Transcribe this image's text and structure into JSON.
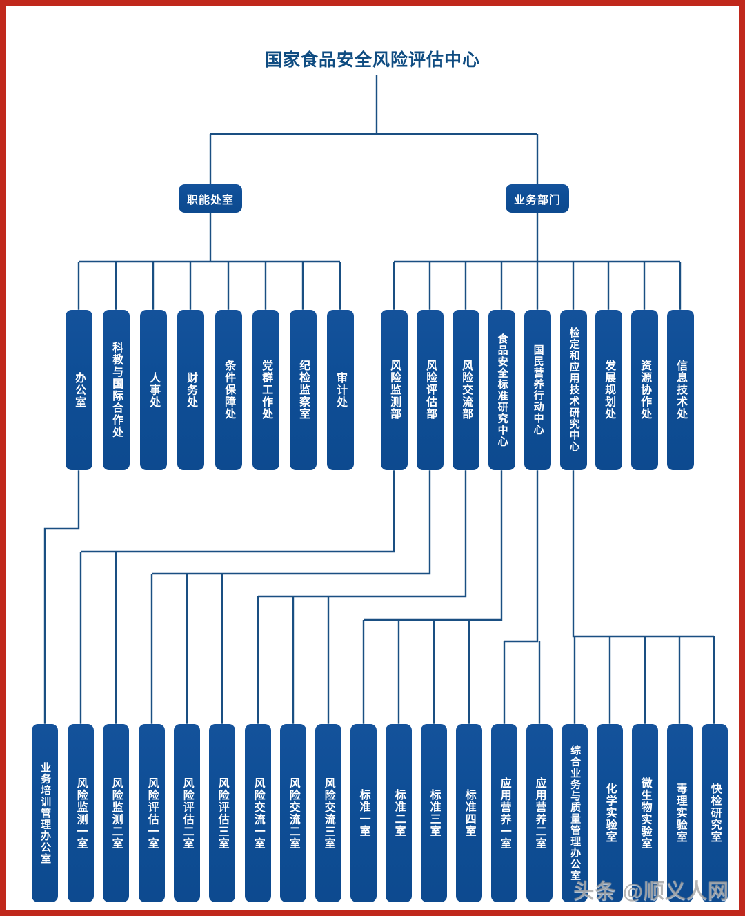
{
  "title": "国家食品安全风险评估中心",
  "watermark": "头条 @顺义人网",
  "colors": {
    "node_fill": "#0e4e96",
    "connector": "#1a4f82",
    "title": "#0f4c81",
    "frame": "#c0281c",
    "background": "#ffffff",
    "node_text": "#ffffff"
  },
  "chart_data": {
    "type": "org-chart",
    "title": "国家食品安全风险评估中心",
    "root": "国家食品安全风险评估中心",
    "branches": [
      {
        "id": "functional",
        "label": "职能处室",
        "children": [
          "办公室",
          "科教与国际合作处",
          "人事处",
          "财务处",
          "条件保障处",
          "党群工作处",
          "纪检监察室",
          "审计处"
        ]
      },
      {
        "id": "business",
        "label": "业务部门",
        "children": [
          "风险监测部",
          "风险评估部",
          "风险交流部",
          "食品安全标准研究中心",
          "国民营养行动中心",
          "检定和应用技术研究中心",
          "发展规划处",
          "资源协作处",
          "信息技术处"
        ]
      }
    ],
    "leaf_groups": [
      {
        "parent": "办公室",
        "children": [
          "业务培训管理办公室"
        ]
      },
      {
        "parent": "风险监测部",
        "children": [
          "风险监测一室",
          "风险监测二室"
        ]
      },
      {
        "parent": "风险评估部",
        "children": [
          "风险评估一室",
          "风险评估二室",
          "风险评估三室"
        ]
      },
      {
        "parent": "风险交流部",
        "children": [
          "风险交流一室",
          "风险交流二室",
          "风险交流三室"
        ]
      },
      {
        "parent": "食品安全标准研究中心",
        "children": [
          "标准一室",
          "标准二室",
          "标准三室",
          "标准四室"
        ]
      },
      {
        "parent": "国民营养行动中心",
        "children": [
          "应用营养一室",
          "应用营养二室"
        ]
      },
      {
        "parent": "检定和应用技术研究中心",
        "children": [
          "综合业务与质量管理办公室",
          "化学实验室",
          "微生物实验室",
          "毒理实验室",
          "快检研究室"
        ]
      }
    ]
  },
  "level1": {
    "root": {
      "label": "国家食品安全风险评估中心"
    }
  },
  "level2": [
    {
      "key": "functional",
      "label": "职能处室"
    },
    {
      "key": "business",
      "label": "业务部门"
    }
  ],
  "level3_functional": [
    {
      "label": "办公室"
    },
    {
      "label": "科教与国际合作处"
    },
    {
      "label": "人事处"
    },
    {
      "label": "财务处"
    },
    {
      "label": "条件保障处"
    },
    {
      "label": "党群工作处"
    },
    {
      "label": "纪检监察室"
    },
    {
      "label": "审计处"
    }
  ],
  "level3_business": [
    {
      "label": "风险监测部"
    },
    {
      "label": "风险评估部"
    },
    {
      "label": "风险交流部"
    },
    {
      "label": "食品安全标准研究中心"
    },
    {
      "label": "国民营养行动中心"
    },
    {
      "label": "检定和应用技术研究中心"
    },
    {
      "label": "发展规划处"
    },
    {
      "label": "资源协作处"
    },
    {
      "label": "信息技术处"
    }
  ],
  "level4": [
    {
      "label": "业务培训管理办公室"
    },
    {
      "label": "风险监测一室"
    },
    {
      "label": "风险监测二室"
    },
    {
      "label": "风险评估一室"
    },
    {
      "label": "风险评估二室"
    },
    {
      "label": "风险评估三室"
    },
    {
      "label": "风险交流一室"
    },
    {
      "label": "风险交流二室"
    },
    {
      "label": "风险交流三室"
    },
    {
      "label": "标准一室"
    },
    {
      "label": "标准二室"
    },
    {
      "label": "标准三室"
    },
    {
      "label": "标准四室"
    },
    {
      "label": "应用营养一室"
    },
    {
      "label": "应用营养二室"
    },
    {
      "label": "综合业务与质量管理办公室"
    },
    {
      "label": "化学实验室"
    },
    {
      "label": "微生物实验室"
    },
    {
      "label": "毒理实验室"
    },
    {
      "label": "快检研究室"
    }
  ]
}
